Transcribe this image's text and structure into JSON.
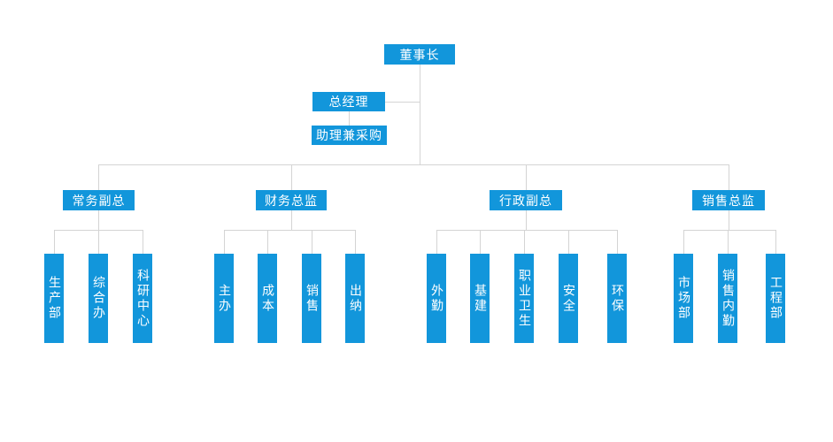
{
  "org_chart": {
    "title": "company-organization-chart",
    "root": {
      "label": "董事长"
    },
    "general_manager": {
      "label": "总经理"
    },
    "assistant": {
      "label": "助理兼采购"
    },
    "branches": [
      {
        "label": "常务副总",
        "children": [
          {
            "label": "生产部"
          },
          {
            "label": "综合办"
          },
          {
            "label": "科研中心"
          }
        ]
      },
      {
        "label": "财务总监",
        "children": [
          {
            "label": "主办"
          },
          {
            "label": "成本"
          },
          {
            "label": "销售"
          },
          {
            "label": "出纳"
          }
        ]
      },
      {
        "label": "行政副总",
        "children": [
          {
            "label": "外勤"
          },
          {
            "label": "基建"
          },
          {
            "label": "职业卫生"
          },
          {
            "label": "安全"
          },
          {
            "label": "环保"
          }
        ]
      },
      {
        "label": "销售总监",
        "children": [
          {
            "label": "市场部"
          },
          {
            "label": "销售内勤"
          },
          {
            "label": "工程部"
          }
        ]
      }
    ],
    "colors": {
      "node_fill": "#1296db",
      "node_text": "#ffffff",
      "connector": "#d4d4d4",
      "background": "#ffffff"
    }
  }
}
